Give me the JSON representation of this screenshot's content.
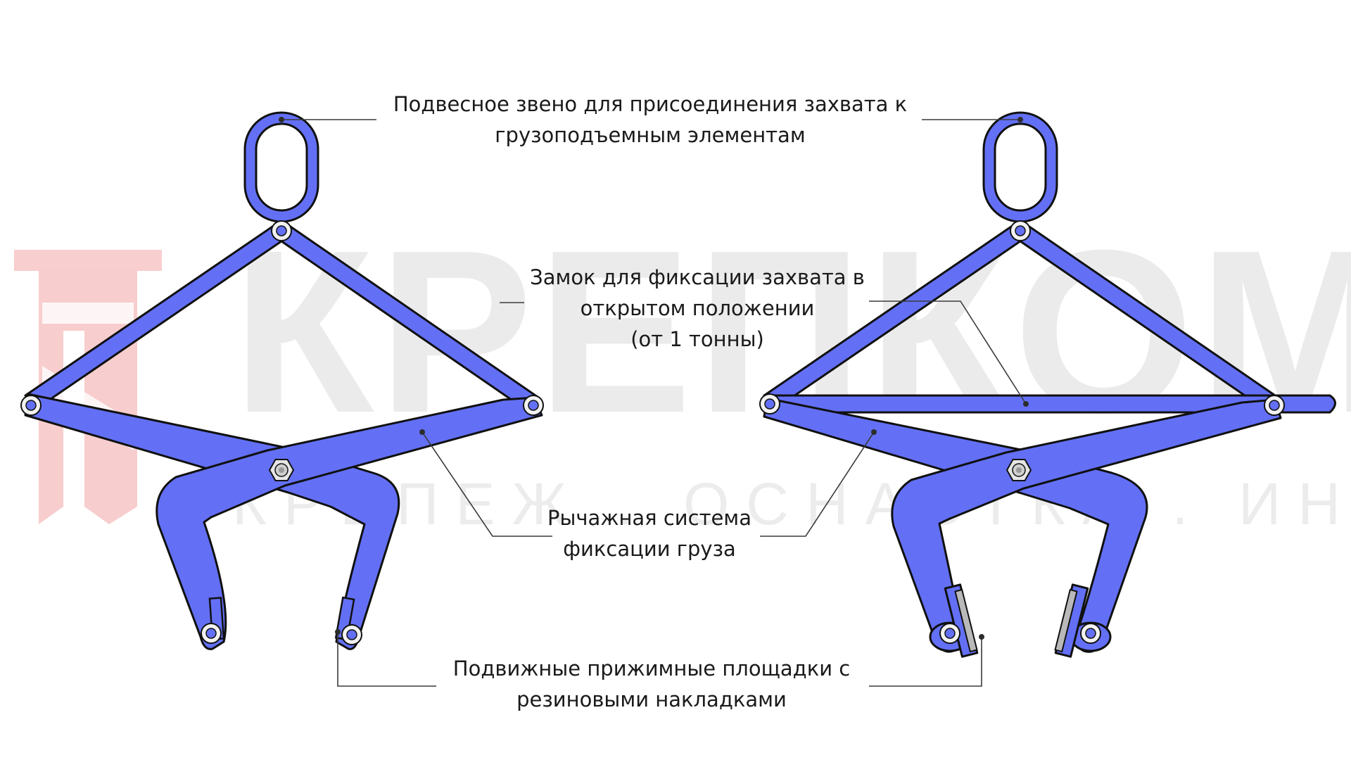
{
  "watermark": {
    "brand": "КРЕПКОМ",
    "tagline": "КРЕПЕЖ . ОСНАСТКА . ИНСТРУМЕНТ"
  },
  "labels": {
    "suspension_link": [
      "Подвесное звено для присоединения захвата к",
      "грузоподъемным элементам"
    ],
    "lock": [
      "Замок для фиксации захвата в",
      "открытом положении",
      "(от 1 тонны)"
    ],
    "lever_system": [
      "Рычажная система",
      "фиксации груза"
    ],
    "pads": [
      "Подвижные прижимные площадки с",
      "резиновыми накладками"
    ]
  },
  "colors": {
    "body": "#6370f5",
    "outline": "#101010",
    "watermark": "#ebebeb",
    "logo_red": "#f4a6a6"
  },
  "icons": [
    "crepkom-logo-icon",
    "pivot-pin-icon",
    "hex-nut-icon",
    "rubber-pad-icon"
  ]
}
